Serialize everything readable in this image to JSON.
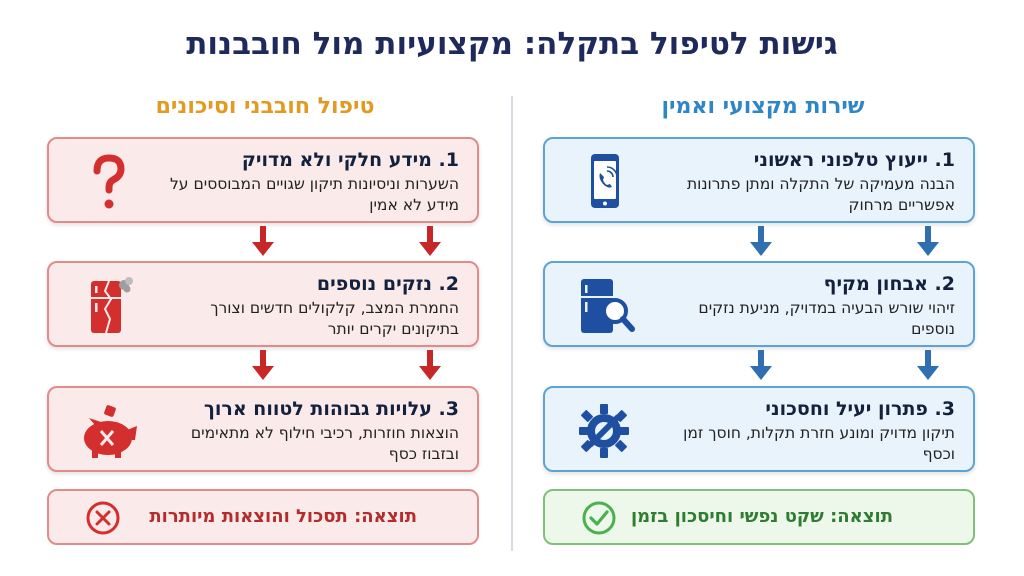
{
  "title": "גישות לטיפול בתקלה: מקצועיות מול חובבנות",
  "professional": {
    "heading": "שירות מקצועי ואמין",
    "color": "#2f86c7",
    "steps": [
      {
        "title": "1. ייעוץ טלפוני ראשוני",
        "desc": "הבנה מעמיקה של התקלה ומתן פתרונות אפשריים מרחוק",
        "icon": "smartphone-call-icon"
      },
      {
        "title": "2. אבחון מקיף",
        "desc": "זיהוי שורש הבעיה במדויק, מניעת נזקים נוספים",
        "icon": "fridge-magnifier-icon"
      },
      {
        "title": "3. פתרון יעיל וחסכוני",
        "desc": "תיקון מדויק ומונע חזרת תקלות, חוסך זמן וכסף",
        "icon": "gear-wrench-icon"
      }
    ],
    "result": "תוצאה: שקט נפשי וחיסכון בזמן",
    "result_icon": "check-circle-icon"
  },
  "amateur": {
    "heading": "טיפול חובבני וסיכונים",
    "color": "#e39a22",
    "steps": [
      {
        "title": "1. מידע חלקי ולא מדויק",
        "desc": "השערות וניסיונות תיקון שגויים המבוססים על מידע לא אמין",
        "icon": "question-mark-icon"
      },
      {
        "title": "2. נזקים נוספים",
        "desc": "החמרת המצב, קלקולים חדשים וצורך בתיקונים יקרים יותר",
        "icon": "broken-fridge-icon"
      },
      {
        "title": "3. עלויות גבוהות לטווח ארוך",
        "desc": "הוצאות חוזרות, רכיבי חילוף לא מתאימים ובזבוז כסף",
        "icon": "broken-piggy-bank-icon"
      }
    ],
    "result": "תוצאה: תסכול והוצאות מיותרות",
    "result_icon": "x-circle-icon"
  }
}
